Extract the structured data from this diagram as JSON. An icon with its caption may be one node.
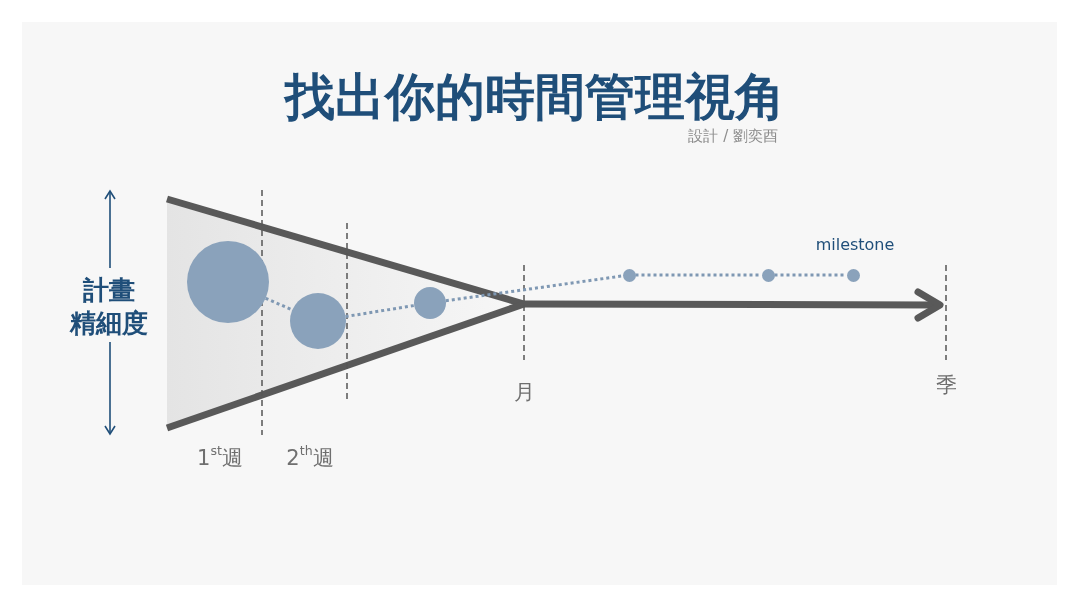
{
  "diagram": {
    "title": "找出你的時間管理視角",
    "nodes": [
      {
        "text": [],
        "shape": "circle"
      },
      {
        "text": [],
        "shape": "circle"
      },
      {
        "text": [],
        "shape": "circle"
      },
      {
        "text": [],
        "shape": "circle"
      },
      {
        "text": [],
        "shape": "circle"
      },
      {
        "text": [],
        "shape": "circle"
      }
    ],
    "edges": [
      {
        "from": 0,
        "to": 1,
        "arrow": "none",
        "style": "dashed"
      },
      {
        "from": 1,
        "to": 2,
        "arrow": "none",
        "style": "dashed"
      },
      {
        "from": 2,
        "to": 3,
        "arrow": "none",
        "style": "dashed"
      },
      {
        "from": 3,
        "to": 4,
        "arrow": "none",
        "style": "dashed"
      },
      {
        "from": 4,
        "to": 5,
        "arrow": "none",
        "style": "dashed"
      }
    ],
    "labels": [
      "設計 / 劉奕酉",
      "milestone",
      "計畫精細度",
      "月",
      "季",
      "1$^{st}$週",
      "2$^{th}$週"
    ]
  }
}
